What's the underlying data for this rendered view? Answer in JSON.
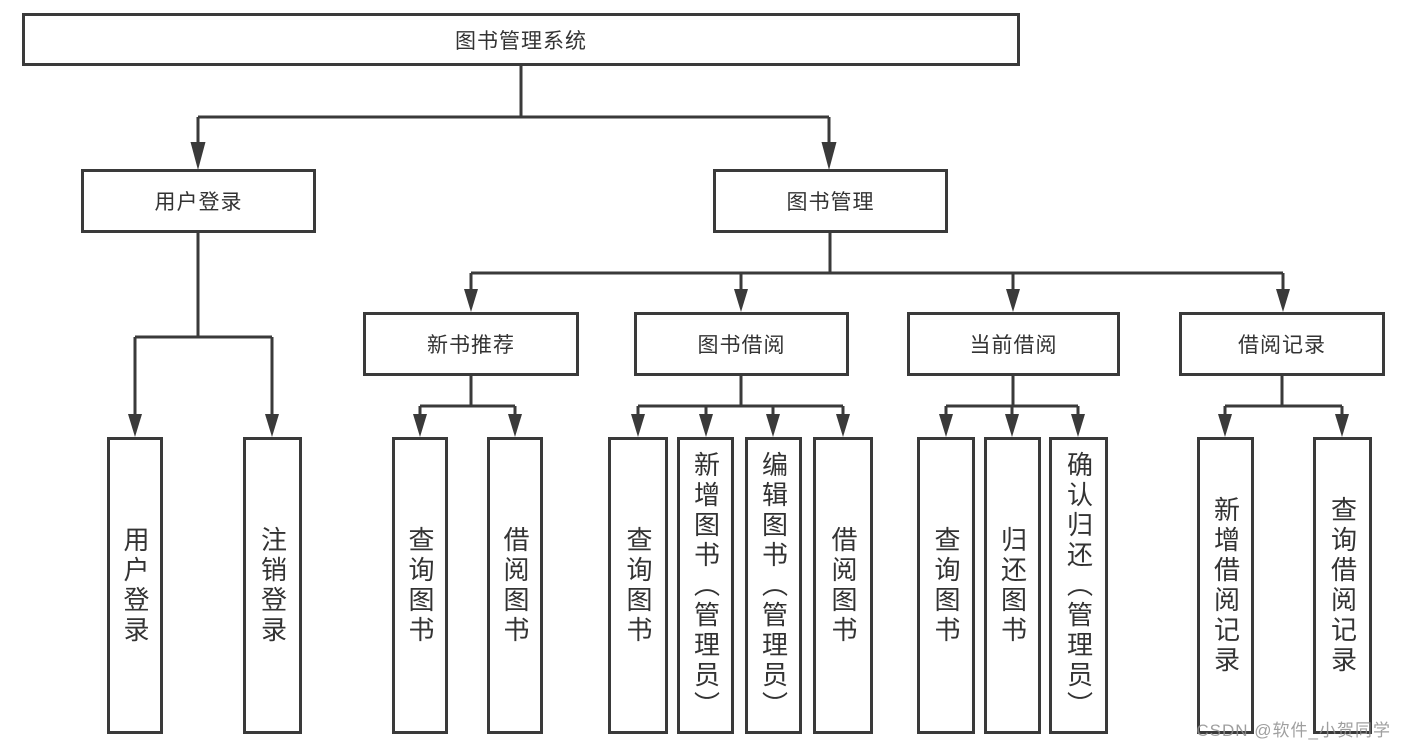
{
  "diagram_title": "图书管理系统",
  "nodes": {
    "root": "图书管理系统",
    "login": "用户登录",
    "mgmt": "图书管理",
    "newbook": "新书推荐",
    "borrow": "图书借阅",
    "current": "当前借阅",
    "records": "借阅记录",
    "login-user": "用户登录",
    "login-logout": "注销登录",
    "newbook-query": "查询图书",
    "newbook-borrow": "借阅图书",
    "borrow-query": "查询图书",
    "borrow-add": "新增图书（管理员）",
    "borrow-edit": "编辑图书（管理员）",
    "borrow-lend": "借阅图书",
    "current-query": "查询图书",
    "current-return": "归还图书",
    "current-confirm": "确认归还（管理员）",
    "records-add": "新增借阅记录",
    "records-query": "查询借阅记录"
  },
  "tree": {
    "图书管理系统": {
      "用户登录": [
        "用户登录",
        "注销登录"
      ],
      "图书管理": {
        "新书推荐": [
          "查询图书",
          "借阅图书"
        ],
        "图书借阅": [
          "查询图书",
          "新增图书（管理员）",
          "编辑图书（管理员）",
          "借阅图书"
        ],
        "当前借阅": [
          "查询图书",
          "归还图书",
          "确认归还（管理员）"
        ],
        "借阅记录": [
          "新增借阅记录",
          "查询借阅记录"
        ]
      }
    }
  },
  "colors": {
    "line": "#3a3a3a",
    "border": "#3a3a3a",
    "text": "#333333",
    "background": "#ffffff",
    "watermark": "#8f8f8f"
  },
  "watermark": "CSDN @软件_小贺同学"
}
